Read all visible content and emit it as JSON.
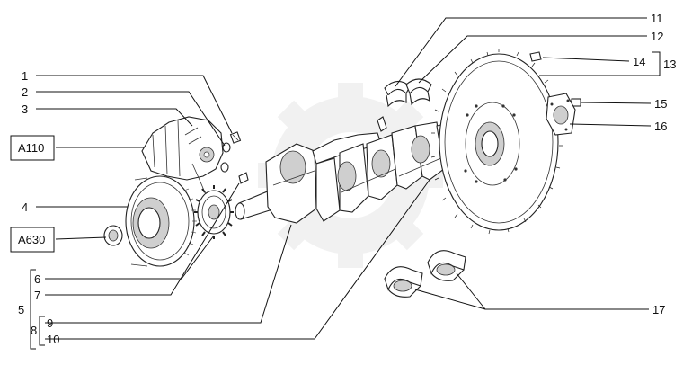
{
  "callouts": {
    "c1": "1",
    "c2": "2",
    "c3": "3",
    "c4": "4",
    "c5": "5",
    "c6": "6",
    "c7": "7",
    "c8": "8",
    "c9": "9",
    "c10": "10",
    "c11": "11",
    "c12": "12",
    "c13": "13",
    "c14": "14",
    "c15": "15",
    "c16": "16",
    "c17": "17"
  },
  "boxes": {
    "a110": "A110",
    "a630": "A630"
  },
  "colors": {
    "line": "#111111",
    "watermark": "#e9e9e9",
    "shade": "#cfcfcf"
  }
}
